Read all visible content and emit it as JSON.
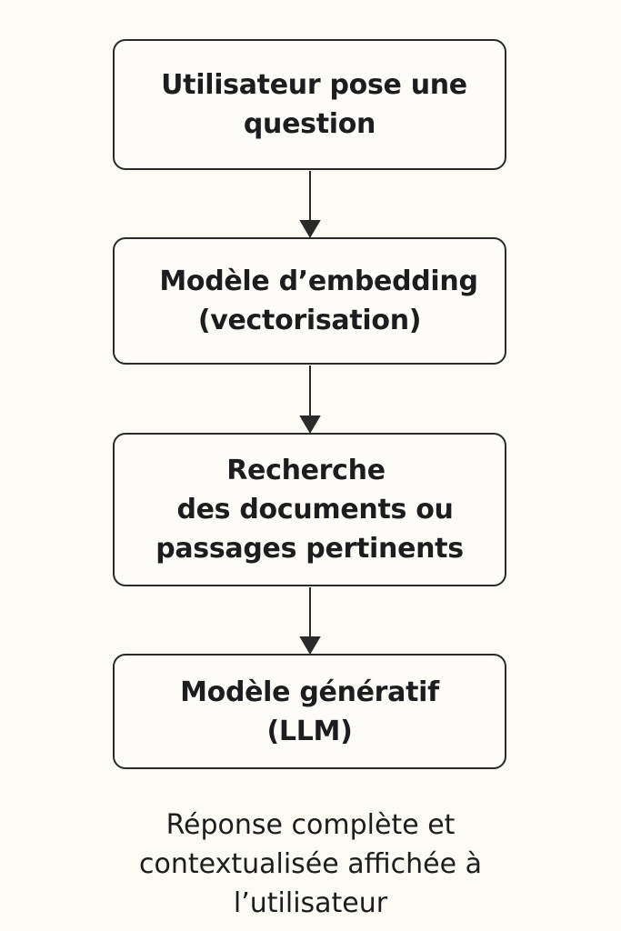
{
  "diagram": {
    "steps": [
      {
        "lines": [
          "Utilisateur pose une",
          "question"
        ]
      },
      {
        "lines": [
          "Modèle d’embedding",
          "(vectorisation)"
        ]
      },
      {
        "lines": [
          "Recherche",
          "des documents ou",
          "passages pertinents"
        ]
      },
      {
        "lines": [
          "Modèle génératif",
          "(LLM)"
        ]
      }
    ],
    "result": {
      "lines": [
        "Réponse complète et",
        "contextualisée affichée à",
        "l’utilisateur"
      ]
    }
  }
}
